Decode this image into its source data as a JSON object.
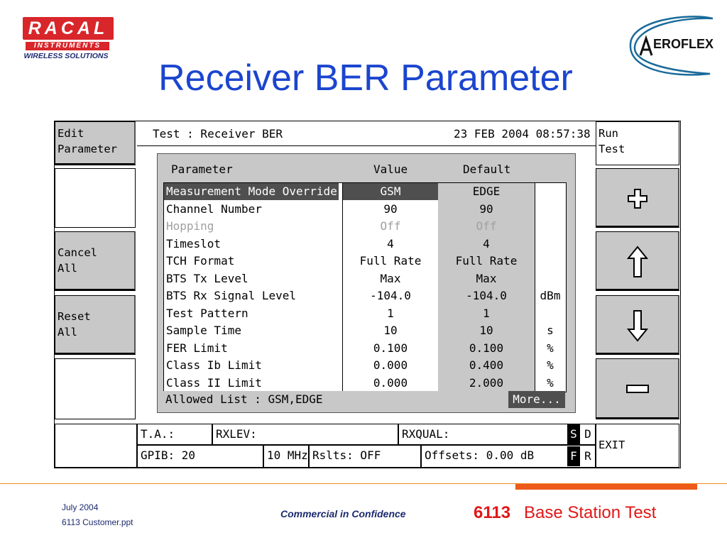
{
  "branding": {
    "racal_name": "RACAL",
    "racal_sub": "INSTRUMENTS",
    "racal_tagline": "WIRELESS SOLUTIONS",
    "aeroflex_name": "EROFLEX",
    "brand_red": "#d8262b",
    "title_blue": "#1b45cf"
  },
  "slide": {
    "title": "Receiver BER Parameter"
  },
  "screen": {
    "title": "Test : Receiver BER",
    "date": "23 FEB 2004",
    "time": "08:57:38",
    "left_softkeys": [
      {
        "label": "Edit\nParameter"
      },
      {
        "label": ""
      },
      {
        "label": "Cancel\nAll"
      },
      {
        "label": "Reset\nAll"
      },
      {
        "label": ""
      }
    ],
    "right_softkeys": [
      {
        "label": "Run\nTest"
      },
      {
        "icon": "plus-icon"
      },
      {
        "icon": "arrow-up-icon"
      },
      {
        "icon": "arrow-down-icon"
      },
      {
        "icon": "minus-icon"
      },
      {
        "label": "EXIT"
      }
    ],
    "table": {
      "headers": {
        "parameter": "Parameter",
        "value": "Value",
        "default": "Default"
      },
      "rows": [
        {
          "parameter": "Measurement Mode Override",
          "value": "GSM",
          "default": "EDGE",
          "unit": ""
        },
        {
          "parameter": "Channel Number",
          "value": "90",
          "default": "90",
          "unit": ""
        },
        {
          "parameter": "Hopping",
          "value": "Off",
          "default": "Off",
          "unit": ""
        },
        {
          "parameter": "Timeslot",
          "value": "4",
          "default": "4",
          "unit": ""
        },
        {
          "parameter": "TCH Format",
          "value": "Full Rate",
          "default": "Full Rate",
          "unit": ""
        },
        {
          "parameter": "BTS Tx Level",
          "value": "Max",
          "default": "Max",
          "unit": ""
        },
        {
          "parameter": "BTS Rx Signal Level",
          "value": "-104.0",
          "default": "-104.0",
          "unit": "dBm"
        },
        {
          "parameter": "Test Pattern",
          "value": "1",
          "default": "1",
          "unit": ""
        },
        {
          "parameter": "Sample Time",
          "value": "10",
          "default": "10",
          "unit": "s"
        },
        {
          "parameter": "FER Limit",
          "value": "0.100",
          "default": "0.100",
          "unit": "%"
        },
        {
          "parameter": "Class Ib Limit",
          "value": "0.000",
          "default": "0.400",
          "unit": "%"
        },
        {
          "parameter": "Class II Limit",
          "value": "0.000",
          "default": "2.000",
          "unit": "%"
        }
      ],
      "allowed_list": "Allowed List : GSM,EDGE",
      "more_label": "More..."
    },
    "status": {
      "ta": "T.A.:",
      "rxlev": "RXLEV:",
      "rxqual": "RXQUAL:",
      "flag_s": "S",
      "flag_d": "D",
      "gpib": "GPIB: 20",
      "ref": "10 MHz",
      "rslts": "Rslts: OFF",
      "offsets": "Offsets: 0.00 dB",
      "flag_f": "F",
      "flag_r": "R"
    }
  },
  "footer": {
    "date": "July 2004",
    "file": "6113 Customer.ppt",
    "confidential": "Commercial in Confidence",
    "model": "6113",
    "product": "Base Station Test"
  }
}
